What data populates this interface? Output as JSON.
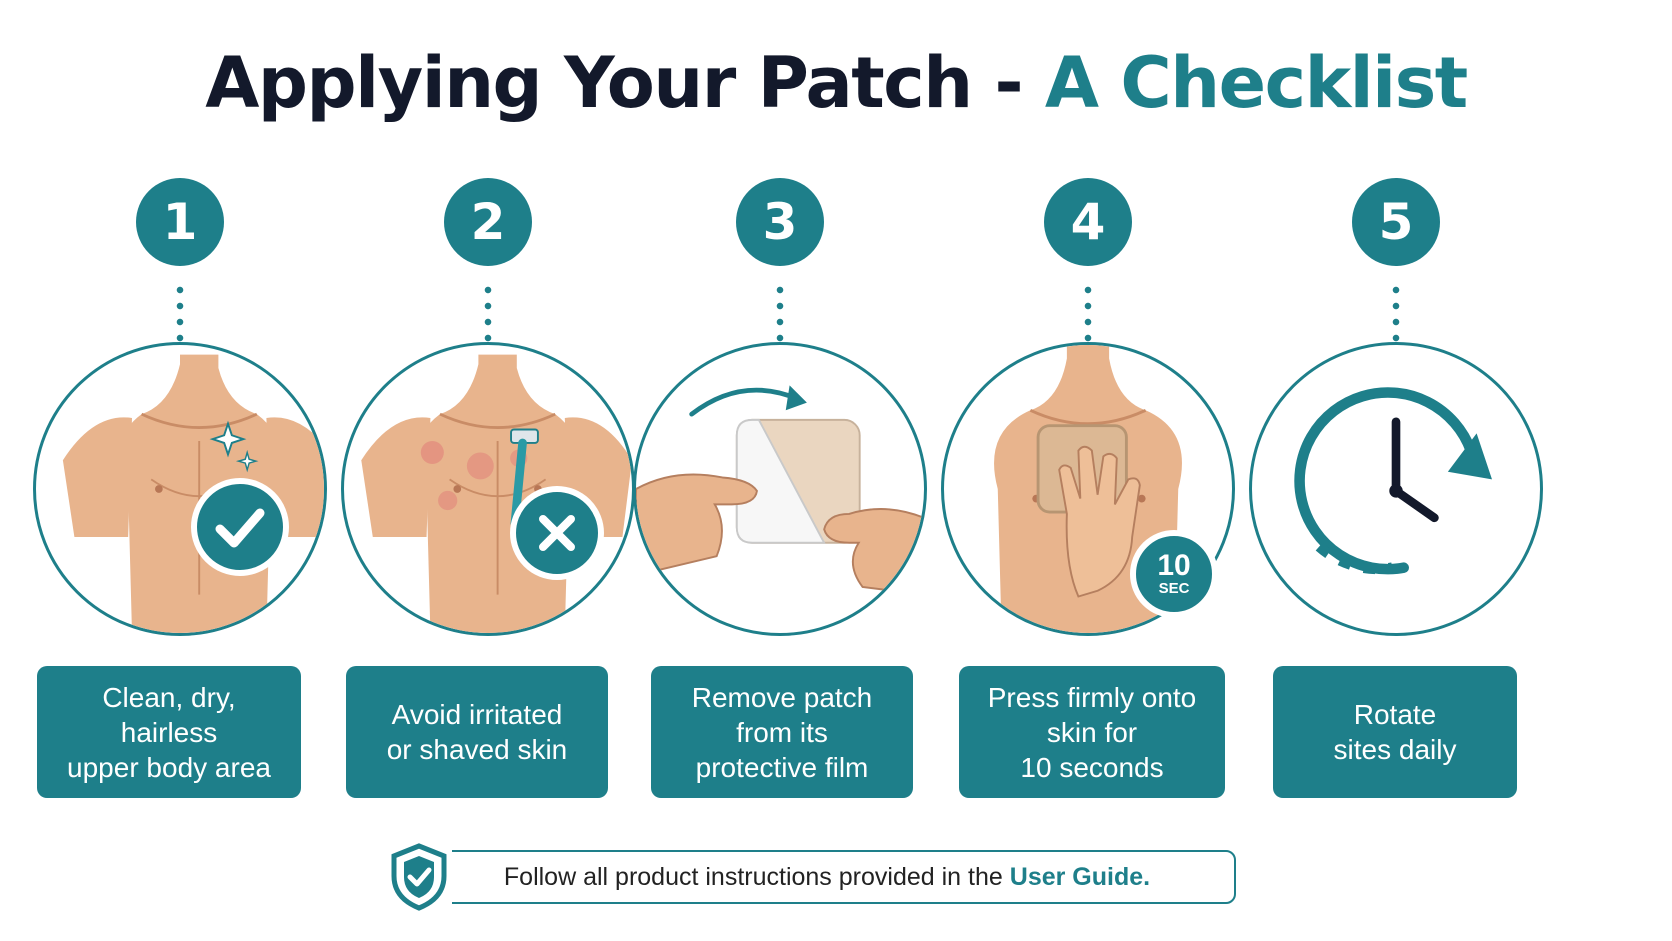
{
  "title": {
    "main": "Applying Your Patch - ",
    "accent": "A Checklist"
  },
  "steps": [
    {
      "number": "1",
      "lines": [
        "Clean, dry,",
        "hairless",
        "upper body area"
      ],
      "badge_icon": "check-icon"
    },
    {
      "number": "2",
      "lines": [
        "Avoid irritated",
        "or shaved skin"
      ],
      "badge_icon": "x-icon"
    },
    {
      "number": "3",
      "lines": [
        "Remove patch",
        "from its",
        "protective film"
      ]
    },
    {
      "number": "4",
      "lines": [
        "Press firmly onto",
        "skin for",
        "10 seconds"
      ],
      "badge_value": "10",
      "badge_unit": "SEC"
    },
    {
      "number": "5",
      "lines": [
        "Rotate",
        "sites daily"
      ]
    }
  ],
  "footer": {
    "text": "Follow all product instructions provided in the",
    "link": "User Guide."
  },
  "colors": {
    "accent": "#1e7f8a",
    "title": "#13192b",
    "skin": "#e8b48d"
  }
}
